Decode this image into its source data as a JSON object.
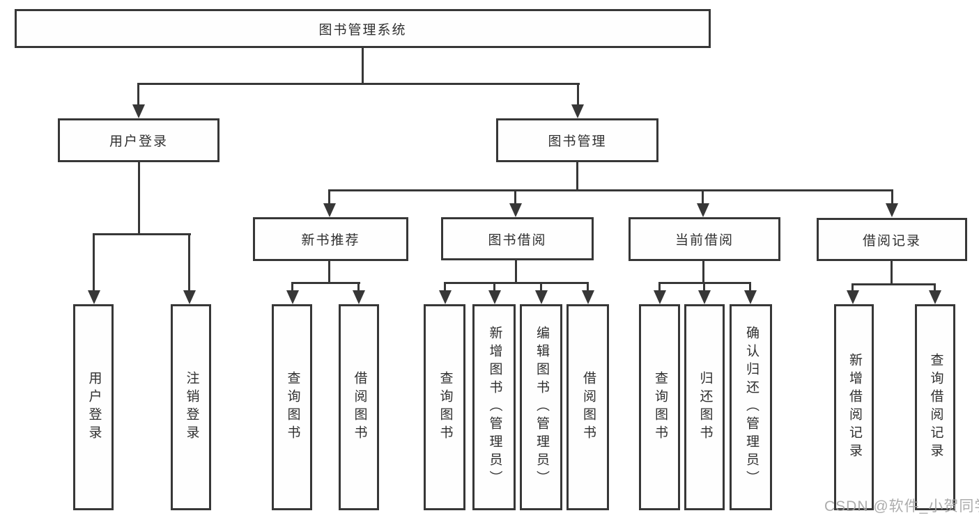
{
  "watermark": "CSDN @软件_小贺同学",
  "colors": {
    "line": "#373737",
    "text": "#2f2f2f",
    "background": "#ffffff",
    "watermark": "#a3a3a3"
  },
  "tree": {
    "label": "图书管理系统",
    "children": [
      {
        "label": "用户登录",
        "children": [
          {
            "label": "用户登录"
          },
          {
            "label": "注销登录"
          }
        ]
      },
      {
        "label": "图书管理",
        "children": [
          {
            "label": "新书推荐",
            "children": [
              {
                "label": "查询图书"
              },
              {
                "label": "借阅图书"
              }
            ]
          },
          {
            "label": "图书借阅",
            "children": [
              {
                "label": "查询图书"
              },
              {
                "label": "新增图书（管理员）"
              },
              {
                "label": "编辑图书（管理员）"
              },
              {
                "label": "借阅图书"
              }
            ]
          },
          {
            "label": "当前借阅",
            "children": [
              {
                "label": "查询图书"
              },
              {
                "label": "归还图书"
              },
              {
                "label": "确认归还（管理员）"
              }
            ]
          },
          {
            "label": "借阅记录",
            "children": [
              {
                "label": "新增借阅记录"
              },
              {
                "label": "查询借阅记录"
              }
            ]
          }
        ]
      }
    ]
  }
}
